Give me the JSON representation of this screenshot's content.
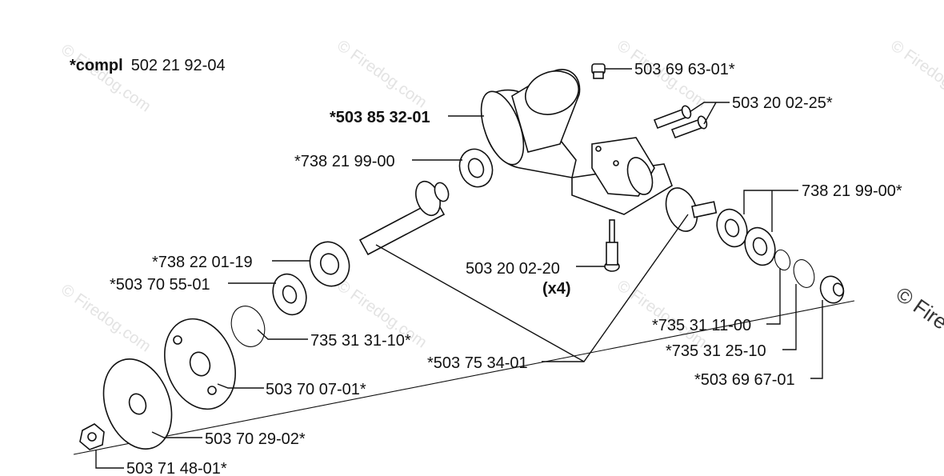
{
  "watermark": {
    "text": "© Firedog.com",
    "edge_text": "© Fire"
  },
  "kit": {
    "prefix": "*compl",
    "number": "502 21 92-04"
  },
  "labels": {
    "main_housing": "*503 85 32-01",
    "screw_top": "503 69 63-01*",
    "clamp_screws": "503 20 02-25*",
    "bearing_left": "*738 21 99-00",
    "bearings_right": "738 21 99-00*",
    "seal": "*738 22 01-19",
    "washer": "*503 70 55-01",
    "screw_bottom": "503 20 02-20",
    "screw_bottom_qty": "(x4)",
    "circlip_left": "735 31 31-10*",
    "gear_set": "*503 75 34-01",
    "circlip_small": "*735 31 11-00",
    "circlip_large": "*735 31 25-10",
    "nut_right": "*503 69 67-01",
    "drive_disc": "503 70 07-01*",
    "blade_washer": "503 70 29-02*",
    "nut_left": "503 71 48-01*"
  }
}
